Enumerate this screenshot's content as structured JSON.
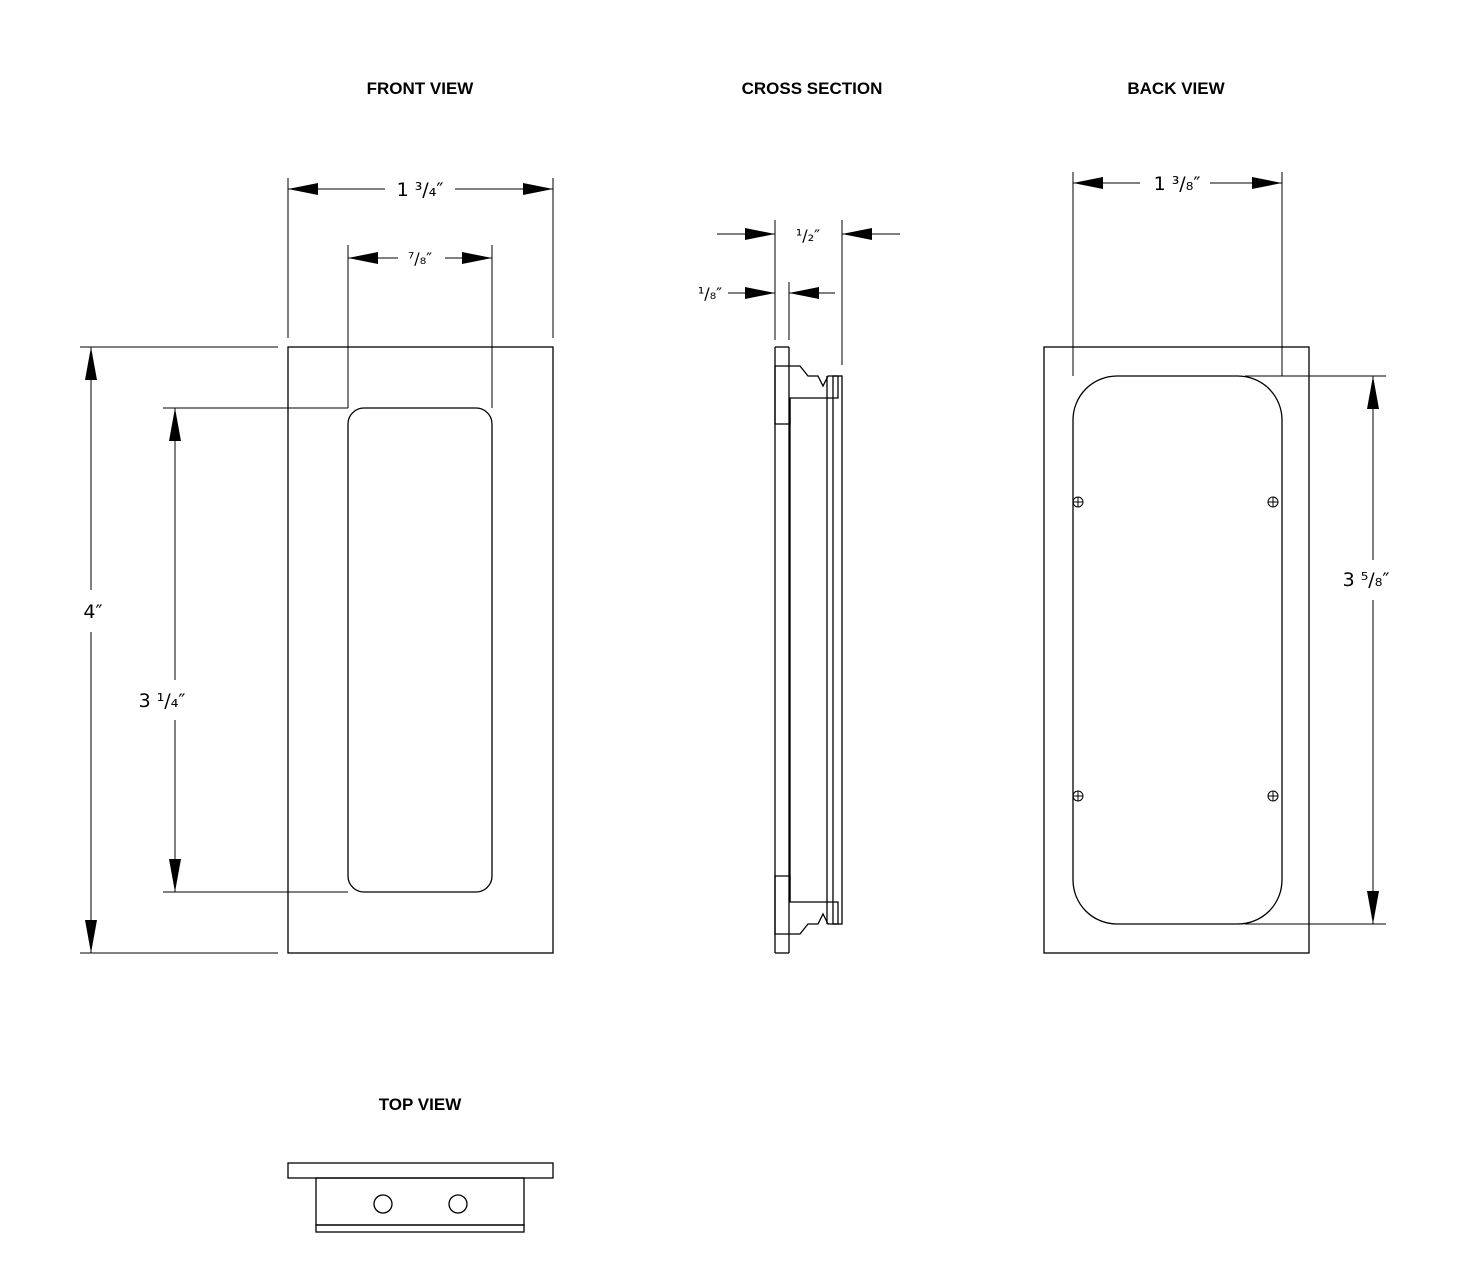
{
  "titles": {
    "front": "FRONT VIEW",
    "cross": "CROSS SECTION",
    "back": "BACK VIEW",
    "top": "TOP VIEW"
  },
  "dimensions": {
    "front_width": "1 ³/₄″",
    "front_opening_width": "⁷/₈″",
    "front_height": "4″",
    "front_opening_height": "3 ¹/₄″",
    "cross_depth": "¹/₂″",
    "cross_flange": "¹/₈″",
    "back_width": "1 ³/₈″",
    "back_height": "3 ⁵/₈″"
  }
}
